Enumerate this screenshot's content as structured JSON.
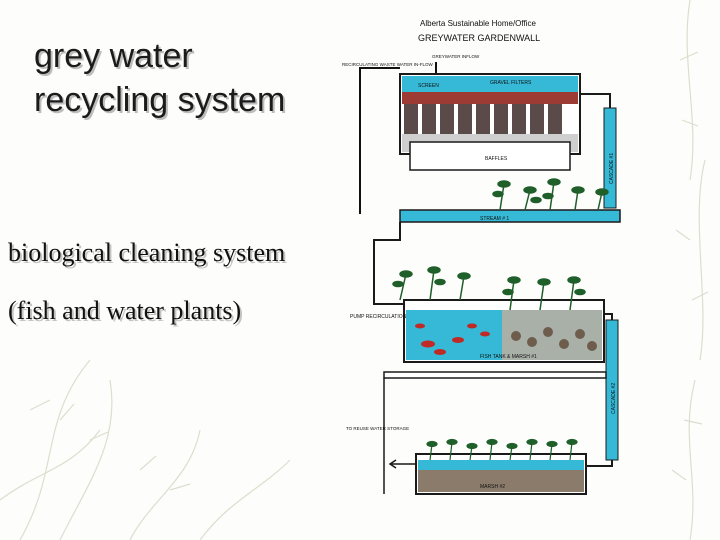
{
  "slide": {
    "title": "grey water\nrecycling system",
    "lines": [
      "biological cleaning system",
      "(fish and water plants)"
    ]
  },
  "diagram": {
    "header_org": "Alberta Sustainable Home/Office",
    "header_title": "GREYWATER GARDENWALL",
    "labels": {
      "recirculating_inflow": "RECIRCULATING WASTE WATER IN-FLOW",
      "greywater_inflow": "GREYWATER INFLOW",
      "screen": "SCREEN",
      "gravel_filters": "GRAVEL FILTERS",
      "baffles": "BAFFLES",
      "cascade_1": "CASCADE #1",
      "stream": "STREAM # 1",
      "pump": "PUMP RECIRCULATION",
      "fish_tank": "FISH TANK & MARSH #1",
      "cascade_2": "CASCADE #2",
      "reuse": "TO REUSE WATER STORAGE",
      "marsh_2": "MARSH #2"
    }
  },
  "colors": {
    "water": "#36b9d6",
    "tank_outline": "#1a1a1a",
    "plant": "#1f5f2a",
    "fish": "#c02a26",
    "gravel": "#7a6a58"
  }
}
